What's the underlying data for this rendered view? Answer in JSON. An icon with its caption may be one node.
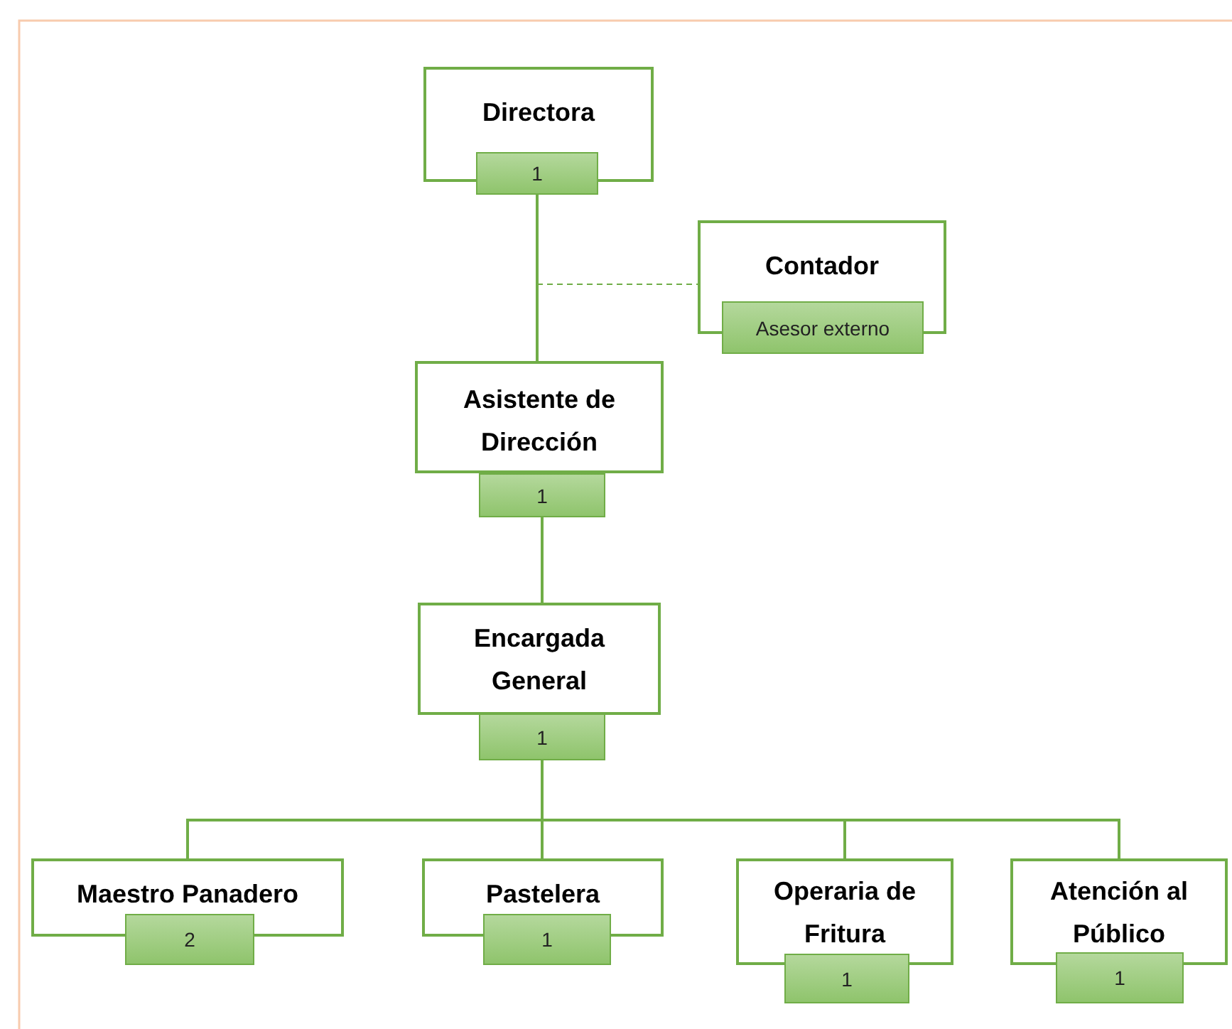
{
  "diagram": {
    "nodes": [
      {
        "text": [
          "Directora",
          "1"
        ]
      },
      {
        "text": [
          "Contador",
          "Asesor externo"
        ]
      },
      {
        "text": [
          "Asistente de Dirección",
          "1"
        ]
      },
      {
        "text": [
          "Encargada General",
          "1"
        ]
      },
      {
        "text": [
          "Maestro Panadero",
          "2"
        ]
      },
      {
        "text": [
          "Pastelera",
          "1"
        ]
      },
      {
        "text": [
          "Operaria de Fritura",
          "1"
        ]
      },
      {
        "text": [
          "Atención al Público",
          "1"
        ]
      }
    ],
    "edges": [
      {
        "from": 0,
        "to": 2,
        "arrow": "none"
      },
      {
        "from": null,
        "to": 1,
        "arrow": "none",
        "style": "dashed"
      },
      {
        "from": 2,
        "to": 3,
        "arrow": "none"
      },
      {
        "from": 3,
        "to": 4,
        "arrow": "none"
      },
      {
        "from": 3,
        "to": 5,
        "arrow": "none"
      },
      {
        "from": 3,
        "to": 6,
        "arrow": "none"
      },
      {
        "from": 3,
        "to": 7,
        "arrow": "none"
      }
    ]
  }
}
